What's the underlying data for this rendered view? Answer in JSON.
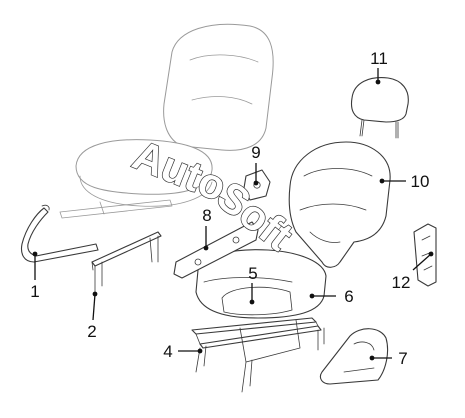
{
  "watermark": {
    "word1": "Auto",
    "word2": "Soft"
  },
  "callouts": [
    {
      "id": "1",
      "text": "1"
    },
    {
      "id": "2",
      "text": "2"
    },
    {
      "id": "4",
      "text": "4"
    },
    {
      "id": "5",
      "text": "5"
    },
    {
      "id": "6",
      "text": "6"
    },
    {
      "id": "7",
      "text": "7"
    },
    {
      "id": "8",
      "text": "8"
    },
    {
      "id": "9",
      "text": "9"
    },
    {
      "id": "10",
      "text": "10"
    },
    {
      "id": "11",
      "text": "11"
    },
    {
      "id": "12",
      "text": "12"
    }
  ]
}
